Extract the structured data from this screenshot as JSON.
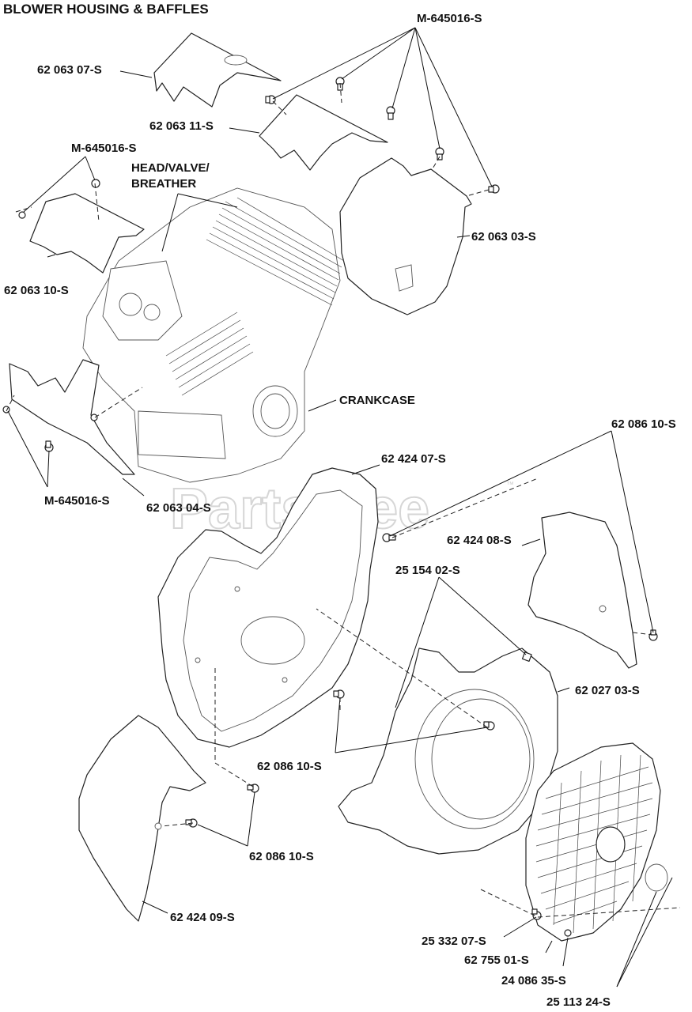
{
  "title": "BLOWER HOUSING & BAFFLES",
  "watermark": "PartsTree",
  "watermark_tm": "™",
  "callouts": {
    "m645016_top": "M-645016-S",
    "p6206307": "62 063 07-S",
    "p6206311": "62 063 11-S",
    "m645016_left": "M-645016-S",
    "head_valve_1": "HEAD/VALVE/",
    "head_valve_2": "BREATHER",
    "p6206303": "62 063 03-S",
    "p6206310": "62 063 10-S",
    "crankcase": "CRANKCASE",
    "p6208610_top": "62 086 10-S",
    "m645016_bottom": "M-645016-S",
    "p6206304": "62 063 04-S",
    "p6242407": "62 424 07-S",
    "p6242408": "62 424 08-S",
    "p2515402": "25 154 02-S",
    "p6202703": "62 027 03-S",
    "p6208610_mid": "62 086 10-S",
    "p6208610_low": "62 086 10-S",
    "p6242409": "62 424 09-S",
    "p2533207": "25 332 07-S",
    "p6275501": "62 755 01-S",
    "p2408635": "24 086 35-S",
    "p2511324": "25 113 24-S"
  }
}
